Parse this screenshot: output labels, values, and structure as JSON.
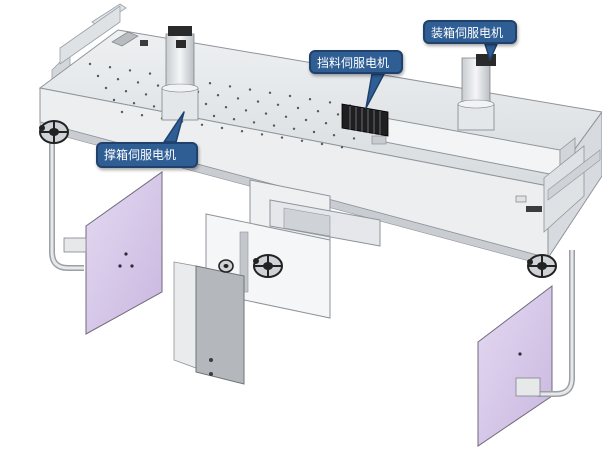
{
  "labels": {
    "packing_servo_motor": "装箱伺服电机",
    "stopper_servo_motor": "挡料伺服电机",
    "support_servo_motor": "撑箱伺服电机"
  },
  "colors": {
    "callout_fill": "#2f5e95",
    "callout_border": "#1f416c",
    "callout_text": "#ffffff",
    "frame_steel": "#d5d9de",
    "deck_top": "#e6e8ea",
    "side_plate": "#d8c9ea",
    "servo_body": "#dfe3e6",
    "servo_cap": "#2a2a2a"
  }
}
